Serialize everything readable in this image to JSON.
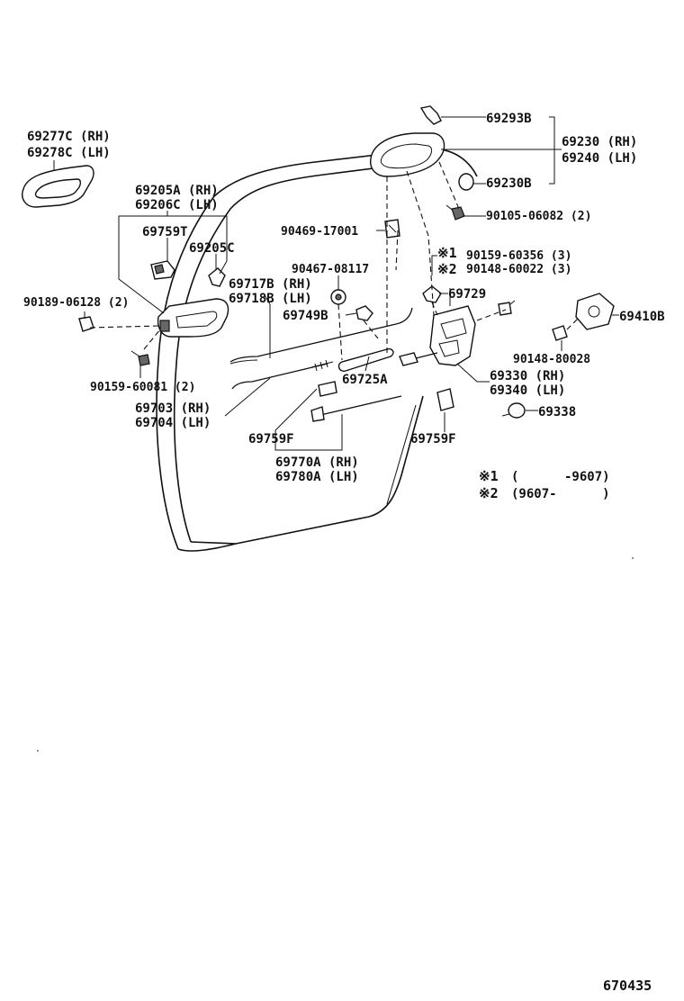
{
  "diagram": {
    "labels": {
      "l69277c": "69277C (RH)",
      "l69278c": "69278C (LH)",
      "l69205a": "69205A (RH)",
      "l69206c": "69206C (LH)",
      "l69759t": "69759T",
      "l69205c": "69205C",
      "l90189": "90189-06128 (2)",
      "l90159_60081": "90159-60081 (2)",
      "l69703": "69703 (RH)",
      "l69704": "69704 (LH)",
      "l69717b": "69717B (RH)",
      "l69718b": "69718B (LH)",
      "l69749b": "69749B",
      "l69725a": "69725A",
      "l69759f_a": "69759F",
      "l69759f_b": "69759F",
      "l69770a": "69770A (RH)",
      "l69780a": "69780A (LH)",
      "l69293b": "69293B",
      "l69230": "69230 (RH)",
      "l69240": "69240 (LH)",
      "l69230b": "69230B",
      "l90105": "90105-06082 (2)",
      "l90469": "90469-17001",
      "l90159_60356": "90159-60356 (3)",
      "l90148_60022": "90148-60022 (3)",
      "l90467": "90467-08117",
      "l69729": "69729",
      "l69410b": "69410B",
      "l90148_80028": "90148-80028",
      "l69330": "69330 (RH)",
      "l69340": "69340 (LH)",
      "l69338": "69338",
      "mark1": "※1",
      "mark2": "※2",
      "note1_mark": "※1",
      "note1_text": "(      -9607)",
      "note2_mark": "※2",
      "note2_text": "(9607-      )",
      "figure_number": "670435"
    }
  }
}
